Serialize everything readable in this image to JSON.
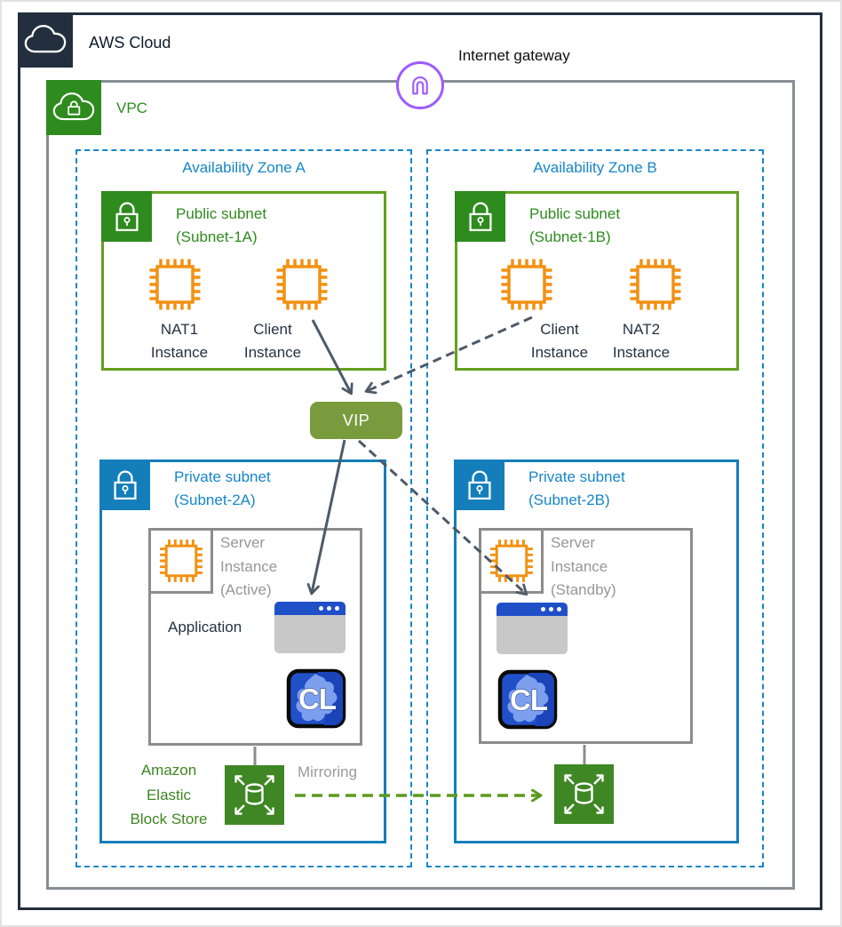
{
  "header": {
    "aws_cloud": "AWS Cloud",
    "internet_gateway": "Internet gateway",
    "vpc": "VPC"
  },
  "vip_label": "VIP",
  "az_a": {
    "label": "Availability Zone A",
    "public_subnet": {
      "line1": "Public subnet",
      "line2": "(Subnet-1A)"
    },
    "nat_instance": {
      "line1": "NAT1",
      "line2": "Instance"
    },
    "client_instance": {
      "line1": "Client",
      "line2": "Instance"
    },
    "private_subnet": {
      "line1": "Private subnet",
      "line2": "(Subnet-2A)"
    },
    "server_instance": {
      "line1": "Server",
      "line2": "Instance",
      "line3": "(Active)"
    },
    "application": "Application",
    "cl_badge": "CL",
    "ebs": {
      "line1": "Amazon",
      "line2": "Elastic",
      "line3": "Block Store"
    },
    "mirroring": "Mirroring"
  },
  "az_b": {
    "label": "Availability Zone B",
    "public_subnet": {
      "line1": "Public subnet",
      "line2": "(Subnet-1B)"
    },
    "client_instance": {
      "line1": "Client",
      "line2": "Instance"
    },
    "nat_instance": {
      "line1": "NAT2",
      "line2": "Instance"
    },
    "private_subnet": {
      "line1": "Private subnet",
      "line2": "(Subnet-2B)"
    },
    "server_instance": {
      "line1": "Server",
      "line2": "Instance",
      "line3": "(Standby)"
    },
    "cl_badge": "CL"
  },
  "colors": {
    "aws_navy": "#232F3E",
    "vpc_border_gray": "#878E95",
    "public_subnet_green": "#64A01E",
    "icon_green": "#2E8B1E",
    "ebs_green": "#3F8624",
    "mirroring_arrow_green": "#5C9A1E",
    "private_subnet_blue": "#147EBA",
    "blue_text": "#1586C9",
    "instance_orange": "#F29111",
    "igw_purple": "#9D5CFF",
    "vip_olive": "#7A9A3E",
    "arrow_dark": "#4E5A68",
    "window_title_blue": "#2050C8",
    "gray_text": "#979797",
    "dark_text": "#253241"
  }
}
